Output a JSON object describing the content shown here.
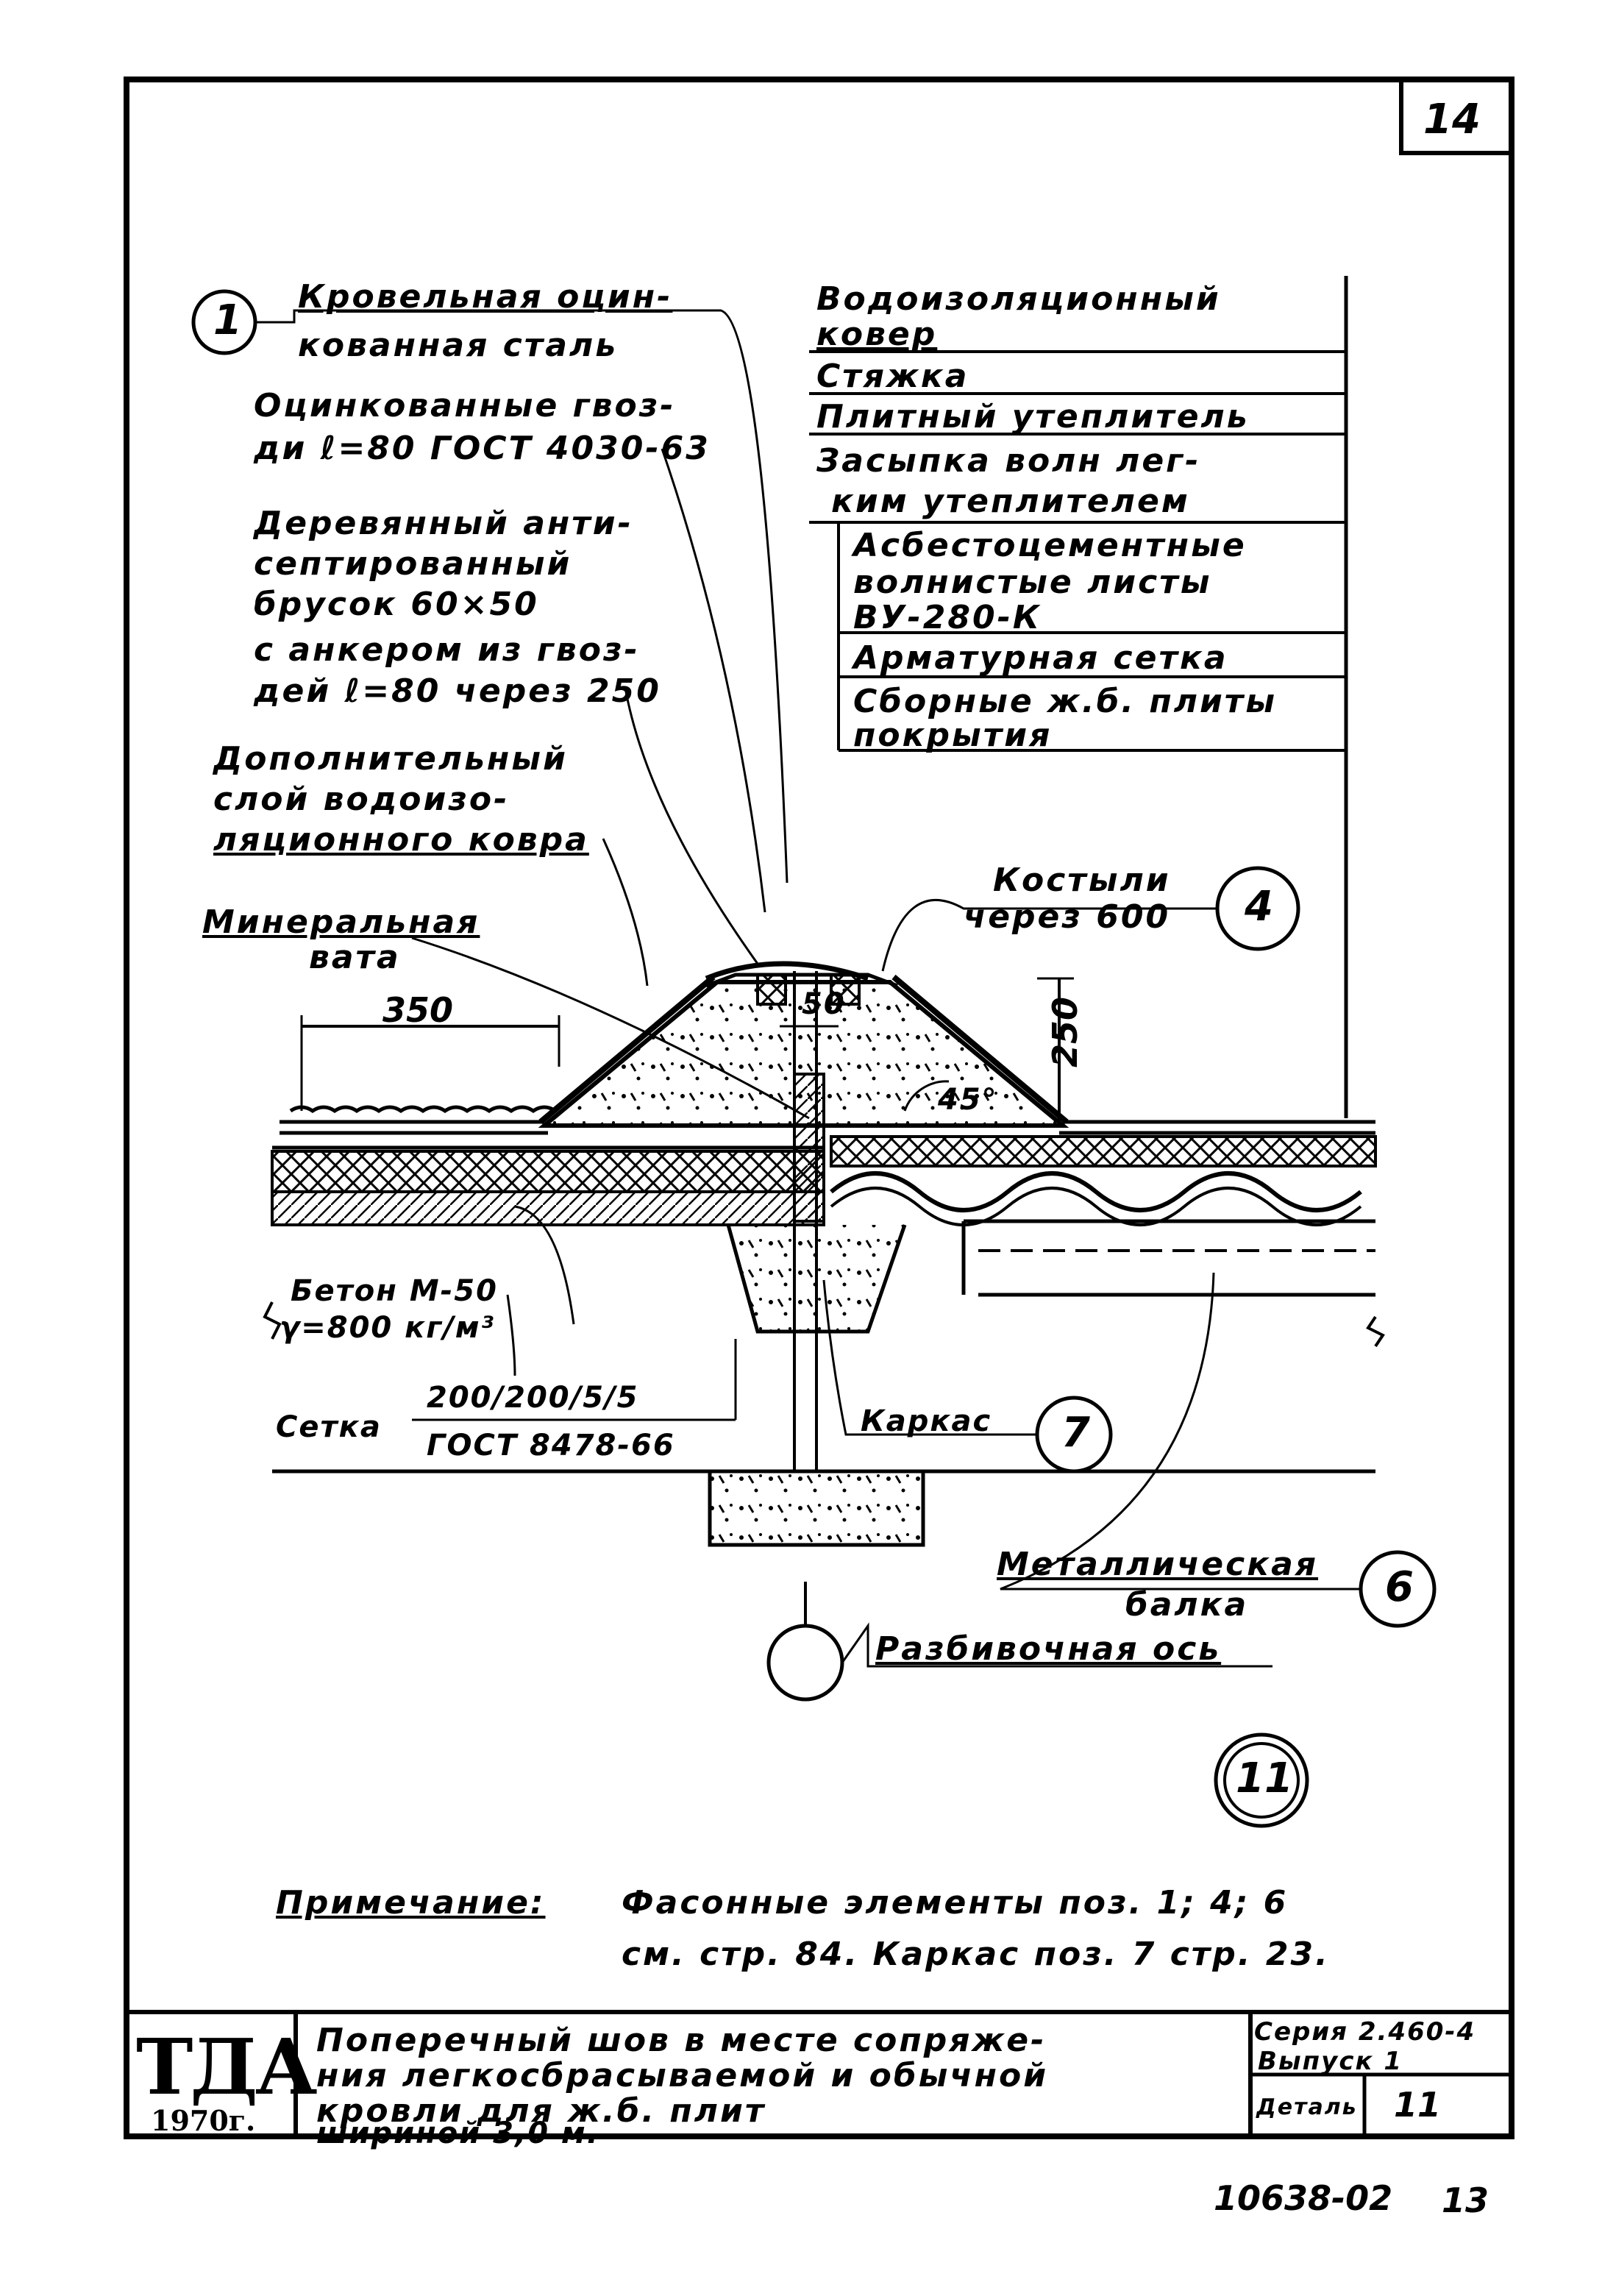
{
  "sheet": {
    "page_number": "14",
    "detail_circle": "11",
    "handwritten_bottom": "10638-02",
    "handwritten_bottom_suffix": "13"
  },
  "callouts": {
    "c1": {
      "num": "1",
      "line1": "Кровельная оцин-",
      "line2": "кованная сталь"
    },
    "c4": {
      "num": "4",
      "line1": "Костыли",
      "line2": "через 600"
    },
    "c6": {
      "num": "6",
      "line1": "Металлическая",
      "line2": "балка"
    },
    "c7": {
      "num": "7",
      "label": "Каркас"
    },
    "axis": {
      "label": "Разбивочная ось"
    }
  },
  "labels_left": {
    "nails1": "Оцинкованные гвоз-",
    "nails2": "ди ℓ=80 ГОСТ 4030-63",
    "bar1": "Деревянный анти-",
    "bar2": "септированный",
    "bar3": "брусок 60×50",
    "bar4": "с анкером из гвоз-",
    "bar5": "дей ℓ=80 через 250",
    "extra1": "Дополнительный",
    "extra2": "слой водоизо-",
    "extra3": "ляционного ковра",
    "wool1": "Минеральная",
    "wool2": "вата",
    "concrete1": "Бетон М-50",
    "concrete2": "γ=800 кг/м³",
    "mesh_label": "Сетка",
    "mesh_top": "200/200/5/5",
    "mesh_bottom": "ГОСТ 8478-66"
  },
  "labels_right": {
    "r1a": "Водоизоляционный",
    "r1b": "ковер",
    "r2": "Стяжка",
    "r3": "Плитный утеплитель",
    "r4a": "Засыпка волн лег-",
    "r4b": "ким утеплителем",
    "r5a": "Асбестоцементные",
    "r5b": "волнистые листы",
    "r5c": "ВУ-280-К",
    "r6": "Арматурная сетка",
    "r7a": "Сборные ж.б. плиты",
    "r7b": "покрытия"
  },
  "dimensions": {
    "d350": "350",
    "d50": "50",
    "d250": "250",
    "angle": "45°"
  },
  "note": {
    "title": "Примечание:",
    "line1": "Фасонные элементы поз. 1; 4; 6",
    "line2": "см. стр. 84. Каркас поз. 7 стр. 23."
  },
  "title_block": {
    "logo": "ТДА",
    "year": "1970г.",
    "desc1": "Поперечный шов в месте сопряже-",
    "desc2": "ния легкосбрасываемой и обычной",
    "desc3": "кровли для ж.б. плит",
    "desc4": "шириной 3,0 м.",
    "series": "Серия 2.460-4",
    "issue": "Выпуск 1",
    "detail_label": "Деталь",
    "detail_value": "11"
  }
}
